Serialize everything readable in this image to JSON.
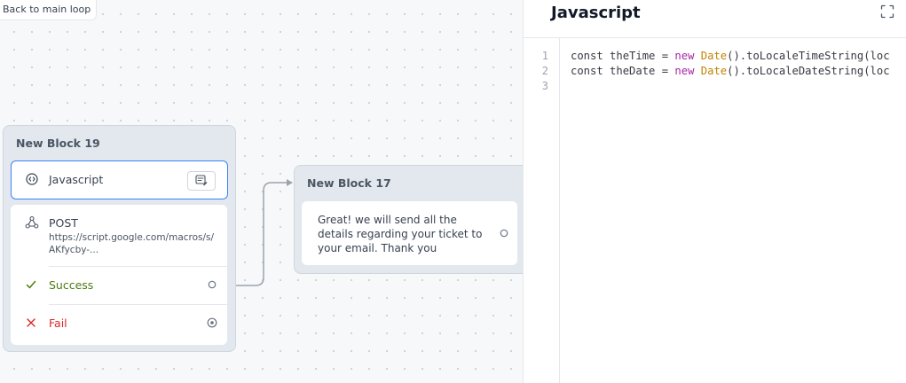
{
  "canvas": {
    "back_button": "Back to main loop"
  },
  "blocks": [
    {
      "title": "New Block 19",
      "javascript_step": {
        "label": "Javascript",
        "icon": "code-icon",
        "edit_icon": "edit-code-icon"
      },
      "webhook_step": {
        "method": "POST",
        "url": "https://script.google.com/macros/s/AKfycby-...",
        "icon": "webhook-icon",
        "outcomes": [
          {
            "label": "Success",
            "icon": "check-icon",
            "color": "#4d7c0f"
          },
          {
            "label": "Fail",
            "icon": "x-icon",
            "color": "#dc2626"
          }
        ]
      }
    },
    {
      "title": "New Block 17",
      "message": "Great! we will send all the details regarding your ticket to your email. Thank you"
    }
  ],
  "panel": {
    "title": "Javascript",
    "expand_icon": "expand-icon",
    "line_numbers": [
      "1",
      "2",
      "3"
    ],
    "code": [
      {
        "tokens": [
          {
            "t": "const theTime = ",
            "c": "kw"
          },
          {
            "t": "new",
            "c": "new"
          },
          {
            "t": " ",
            "c": "kw"
          },
          {
            "t": "Date",
            "c": "cls"
          },
          {
            "t": "().toLocaleTimeString(loc",
            "c": "fn"
          }
        ]
      },
      {
        "tokens": [
          {
            "t": "const theDate = ",
            "c": "kw"
          },
          {
            "t": "new",
            "c": "new"
          },
          {
            "t": " ",
            "c": "kw"
          },
          {
            "t": "Date",
            "c": "cls"
          },
          {
            "t": "().toLocaleDateString(loc",
            "c": "fn"
          }
        ]
      },
      {
        "tokens": []
      }
    ]
  },
  "colors": {
    "accent": "#3b82f6",
    "success": "#4d7c0f",
    "fail": "#dc2626",
    "keyword_new": "#a626a4",
    "class_name": "#c18401"
  }
}
